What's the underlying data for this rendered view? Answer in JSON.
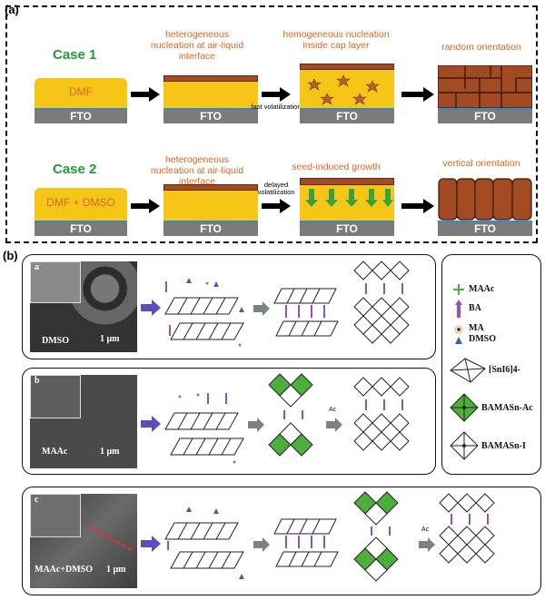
{
  "panel_a": {
    "label": "(a)",
    "case1": {
      "title": "Case 1",
      "solvent": "DMF",
      "substrate": "FTO",
      "step1": "heterogeneous nucleation at air-liquid interface",
      "transition": "fast volatilization",
      "step2": "homogeneous nucleation inside cap layer",
      "step3": "random orientation"
    },
    "case2": {
      "title": "Case 2",
      "solvent": "DMF + DMSO",
      "substrate": "FTO",
      "step1": "heterogeneous nucleation at air-liquid interface",
      "transition": "delayed volatilization",
      "step2": "seed-induced growth",
      "step3": "vertical orientation"
    }
  },
  "panel_b": {
    "label": "(b)",
    "rows": [
      {
        "letter": "a",
        "sample": "DMSO",
        "scale": "1 μm"
      },
      {
        "letter": "b",
        "sample": "MAAc",
        "scale": "1 μm"
      },
      {
        "letter": "c",
        "sample": "MAAc+DMSO",
        "scale": "1 μm"
      }
    ],
    "ac_label": "Ac",
    "legend": {
      "maac": "MAAc",
      "ba": "BA",
      "ma": "MA",
      "dmso": "DMSO",
      "sni": "[SnI6]4-",
      "bamasn_ac": "BAMASn-Ac",
      "bamasn_i": "BAMASn-I"
    }
  },
  "colors": {
    "case_green": "#1f9a3a",
    "orange_text": "#d9661f",
    "solution_yellow": "#f5c518",
    "perovskite_brown": "#a24a22",
    "fto_gray": "#7b7b7b",
    "arrow_purple": "#5a4fc1",
    "ba_purple": "#9a4fb5",
    "acetate_green": "#4caf3a"
  }
}
